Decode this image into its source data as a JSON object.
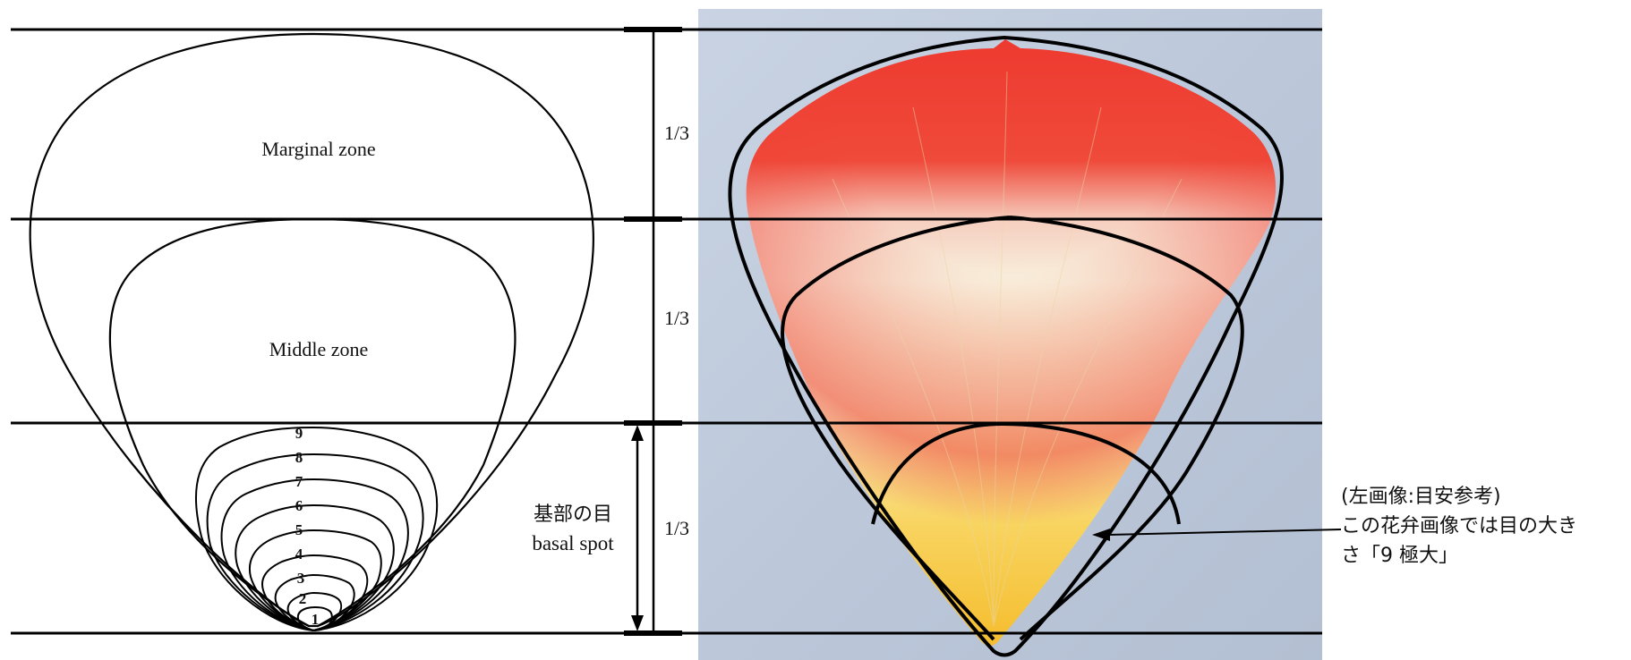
{
  "left_diagram": {
    "marginal_zone_label": "Marginal zone",
    "middle_zone_label": "Middle zone",
    "spot_size_numbers": [
      "1",
      "2",
      "3",
      "4",
      "5",
      "6",
      "7",
      "8",
      "9"
    ]
  },
  "thirds": {
    "top": "1/3",
    "middle": "1/3",
    "bottom": "1/3"
  },
  "basal_spot": {
    "label_ja": "基部の目",
    "label_en": "basal spot"
  },
  "annotation": {
    "line1": "(左画像:目安参考)",
    "line2": "この花弁画像では目の大き",
    "line3": "さ「9 極大」"
  },
  "colors": {
    "line": "#000000",
    "photo_background": "#bfcadc",
    "petal_red": "#ee3a30",
    "petal_cream": "#f6f0da",
    "petal_yellow": "#f8cf45"
  }
}
